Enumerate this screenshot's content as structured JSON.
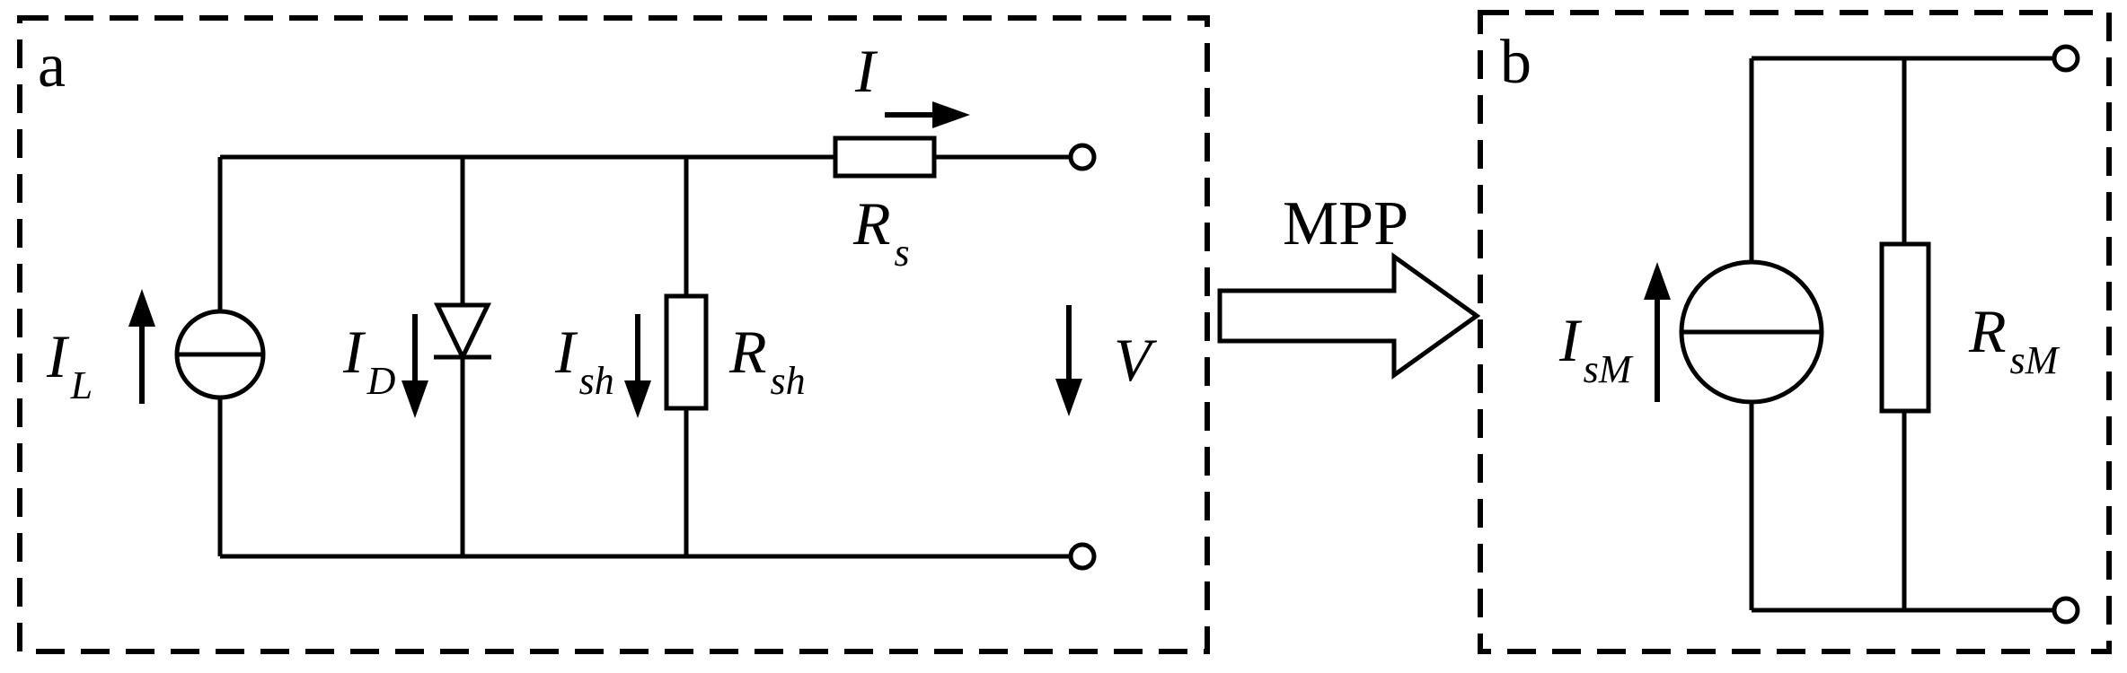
{
  "figure": {
    "panel_a": {
      "label": "a",
      "photocurrent_label": {
        "main": "I",
        "sub": "L"
      },
      "diode_current_label": {
        "main": "I",
        "sub": "D"
      },
      "shunt_current_label": {
        "main": "I",
        "sub": "sh"
      },
      "shunt_resistor_label": {
        "main": "R",
        "sub": "sh"
      },
      "series_current_label": "I",
      "series_resistor_label": {
        "main": "R",
        "sub": "s"
      },
      "output_voltage_label": "V"
    },
    "mpp_arrow": {
      "label": "MPP"
    },
    "panel_b": {
      "label": "b",
      "source_current_label": {
        "main": "I",
        "sub": "sM"
      },
      "parallel_resistor_label": {
        "main": "R",
        "sub": "sM"
      }
    }
  },
  "colors": {
    "line": "#000000",
    "background": "#ffffff"
  }
}
